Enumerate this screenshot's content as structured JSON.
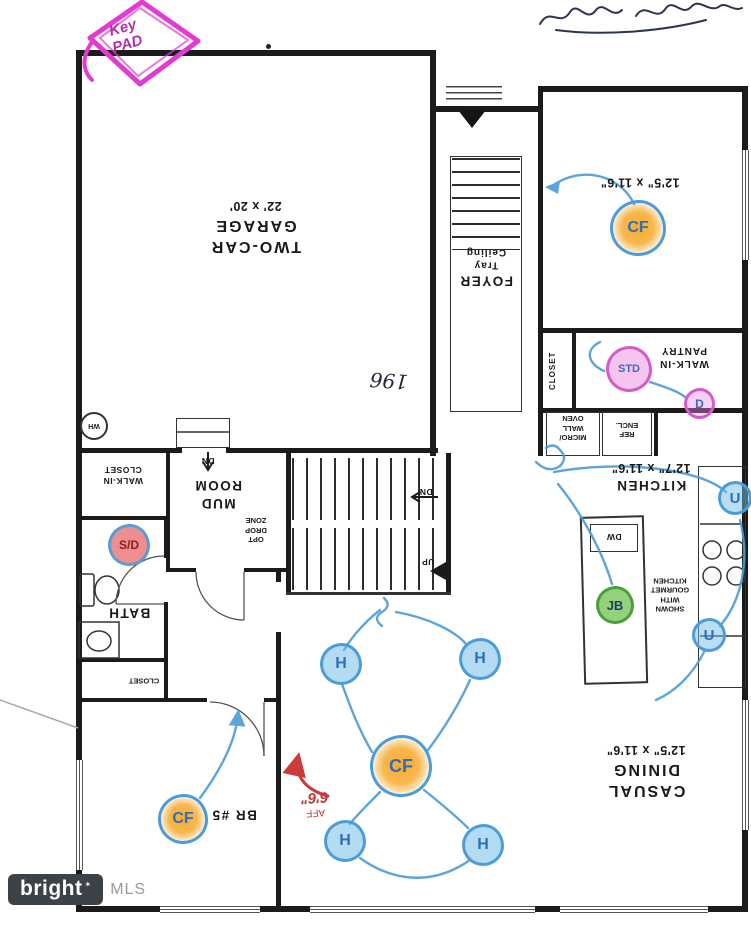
{
  "rooms": {
    "garage": {
      "line1": "TWO-CAR",
      "line2": "GARAGE",
      "dims": "22' x 20'"
    },
    "foyer": {
      "name": "FOYER",
      "sub1": "Tray",
      "sub2": "Ceiling"
    },
    "bedroom_upper": {
      "dims": "12'5\" x 11'6\""
    },
    "pantry": {
      "line1": "WALK-IN",
      "line2": "PANTRY"
    },
    "pantry_closet": "CLOSET",
    "kitchen": {
      "name": "KITCHEN",
      "dims": "12'7\" x 11'6\"",
      "micro1": "MICRO/",
      "micro2": "WALL",
      "micro3": "OVEN",
      "ref1": "REF",
      "ref2": "ENCL.",
      "dw": "DW",
      "note1": "SHOWN",
      "note2": "WITH",
      "note3": "GOURMET",
      "note4": "KITCHEN"
    },
    "dining": {
      "line1": "CASUAL",
      "line2": "DINING",
      "dims": "12'5\" x 11'6\""
    },
    "mudroom": {
      "line1": "MUD",
      "line2": "ROOM",
      "dn": "DN",
      "drop1": "OPT",
      "drop2": "DROP",
      "drop3": "ZONE"
    },
    "walkin_closet": {
      "line1": "WALK-IN",
      "line2": "CLOSET"
    },
    "bath": "BATH",
    "hall_closet": "CLOSET",
    "bedroom5": "BR #5",
    "stairs": {
      "dn": "DN",
      "up": "UP"
    },
    "water_heater": "WH"
  },
  "annotations": {
    "keypad_line1": "Key",
    "keypad_line2": "PAD",
    "marker_cf": "CF",
    "marker_h": "H",
    "marker_u": "U",
    "marker_jb": "JB",
    "marker_sd": "S/D",
    "marker_std": "STD",
    "marker_d": "D",
    "height_note": "6'6\"",
    "height_note_sub": "AFF",
    "lot_number": "196"
  },
  "watermark": {
    "brand": "bright",
    "star": "✶",
    "suffix": "MLS"
  },
  "colors": {
    "ink_blue": "#4b9cd9",
    "marker_orange": "#f6a623",
    "marker_green": "#4a9e3c",
    "marker_pink": "#e23bd4",
    "marker_red": "#cc3b3b",
    "wall": "#1b1b1b"
  }
}
